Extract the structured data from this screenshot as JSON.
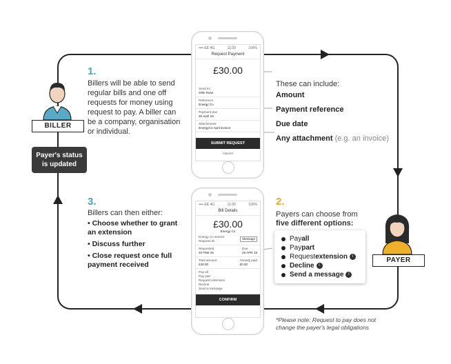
{
  "step1": {
    "number": "1.",
    "text": "Billers will be able to send regular bills and one off requests for money using request to pay. A biller can be a company, organisation or individual."
  },
  "includes": {
    "heading": "These can include:",
    "items": [
      {
        "label": "Amount",
        "extra": ""
      },
      {
        "label": "Payment reference",
        "extra": ""
      },
      {
        "label": "Due date",
        "extra": ""
      },
      {
        "label": "Any attachment",
        "extra": "(e.g. an invoice)"
      }
    ]
  },
  "step2": {
    "number": "2.",
    "text_a": "Payers can choose from",
    "text_b": "five different options:"
  },
  "options": [
    {
      "prefix": "Pay ",
      "bold": "all",
      "icon": false
    },
    {
      "prefix": "Pay ",
      "bold": "part",
      "icon": false
    },
    {
      "prefix": "Request ",
      "bold": "extension",
      "icon": true
    },
    {
      "prefix": "",
      "bold": "Decline",
      "icon": true
    },
    {
      "prefix": "",
      "bold": "Send a message",
      "icon": true
    }
  ],
  "step3": {
    "number": "3.",
    "intro": "Billers can then either:",
    "bullets": [
      "Choose whether to grant an extension",
      "Discuss further",
      "Close request once full payment received"
    ]
  },
  "biller_label": "BILLER",
  "payer_label": "PAYER",
  "status_box": "Payer's status is updated",
  "note": "*Please note: Request to pay does not change the payer's legal obligations",
  "phone1": {
    "status_left": "•••• EE 4G",
    "status_time": "11:30",
    "status_right": "100%",
    "title": "Request Payment",
    "amount": "£30.00",
    "send_to_label": "Send to*",
    "send_to_value": "Ollie Rose",
    "reference_label": "Reference",
    "reference_value": "Energy Co",
    "due_label": "Payment due",
    "due_value": "25 April 18",
    "attach_label": "Attachments",
    "attach_value": "EnergyCo April invoice",
    "submit": "SUBMIT REQUEST",
    "cancel": "Cancel"
  },
  "phone2": {
    "status_left": "•••• EE 4G",
    "status_time": "11:30",
    "status_right": "100%",
    "title": "Bill Details",
    "amount": "£30.00",
    "payee": "Energy Co",
    "from_label": "Energy Co service",
    "request_id": "Request ID",
    "message_btn": "Message",
    "received_label": "Requested",
    "received_value": "20 FEB 18",
    "due_label": "Due",
    "due_value": "25 APR 18",
    "total_label": "Total amount",
    "total_value": "£30.00",
    "paid_label": "Already paid",
    "paid_value": "£0.00",
    "options": [
      "Pay all",
      "Pay part",
      "Request extension",
      "Decline",
      "Send a message"
    ],
    "confirm": "CONFIRM"
  }
}
